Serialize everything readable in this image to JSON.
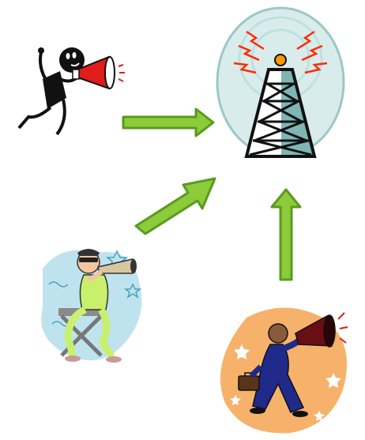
{
  "scene": {
    "clipart": [
      {
        "id": "stick-figure-megaphone",
        "icon": "stick-figure-megaphone-icon"
      },
      {
        "id": "radio-tower",
        "icon": "radio-tower-icon"
      },
      {
        "id": "director-megaphone",
        "icon": "director-megaphone-icon"
      },
      {
        "id": "businessman-megaphone",
        "icon": "businessman-megaphone-icon"
      }
    ],
    "arrows": [
      {
        "from": "stick-figure-megaphone",
        "to": "radio-tower",
        "direction": "right"
      },
      {
        "from": "director-megaphone",
        "to": "radio-tower",
        "direction": "up-right"
      },
      {
        "from": "businessman-megaphone",
        "to": "radio-tower",
        "direction": "up"
      }
    ],
    "colors": {
      "arrow_fill": "#8ccc3a",
      "arrow_stroke": "#5a9a1e",
      "megaphone_red": "#e21b1b",
      "tower_bg": "#d9ecec",
      "tower_blue": "#7fb5b5",
      "signal_red": "#ff2a00",
      "suit_blue": "#1f2a8a",
      "splash_orange": "#f6b26b"
    }
  }
}
